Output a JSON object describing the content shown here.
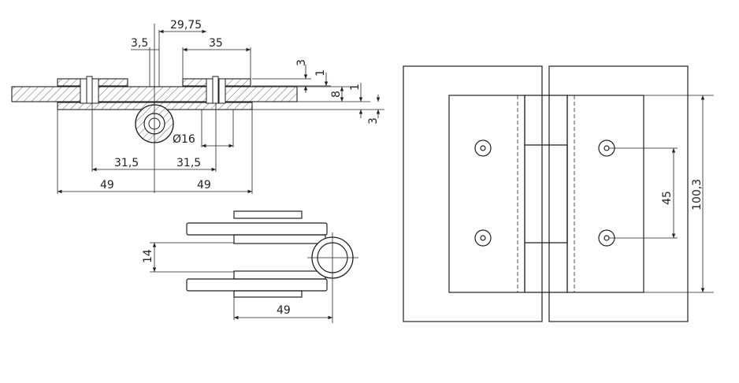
{
  "dimensions": {
    "top_view": {
      "d_29_75": "29,75",
      "d_3_5": "3,5",
      "d_35": "35",
      "d_3_top": "3",
      "d_1_a": "1",
      "d_8": "8",
      "d_1_b": "1",
      "d_3_bottom": "3",
      "d_dia16": "Ø16",
      "d_31_5_left": "31,5",
      "d_31_5_right": "31,5",
      "d_49_left": "49",
      "d_49_right": "49"
    },
    "side_view": {
      "d_14": "14",
      "d_49": "49"
    },
    "front_view": {
      "d_45": "45",
      "d_100_3": "100,3"
    }
  }
}
